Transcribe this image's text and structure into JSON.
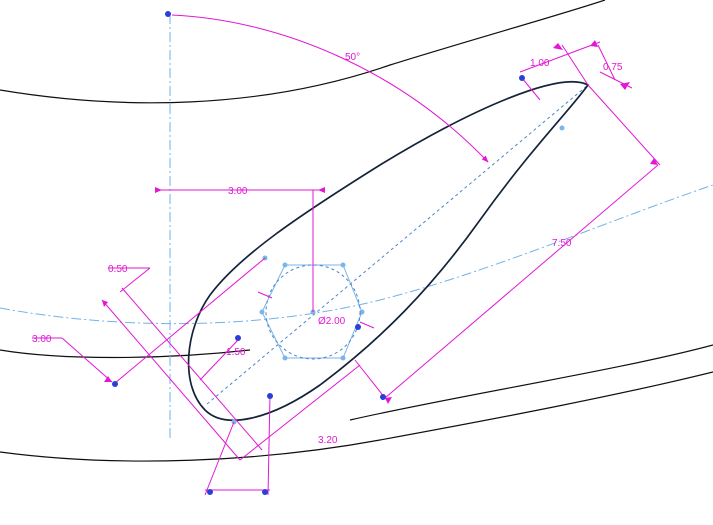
{
  "drawing": {
    "dimensions": {
      "angle": "50°",
      "width_top_left": "1.00",
      "width_top_right": "0.75",
      "horizontal_offset": "3.00",
      "length": "7.50",
      "leader_050": "0.50",
      "leader_300": "3.00",
      "radius_150": "1.50",
      "hole_diameter": "2.00",
      "diameter_symbol": "Ø",
      "bottom_width": "3.20"
    },
    "colors": {
      "dimension": "#e317d6",
      "profile": "#14233a",
      "centerline": "#72b2e8",
      "point": "#2b3fd6",
      "outline": "#101010"
    }
  }
}
